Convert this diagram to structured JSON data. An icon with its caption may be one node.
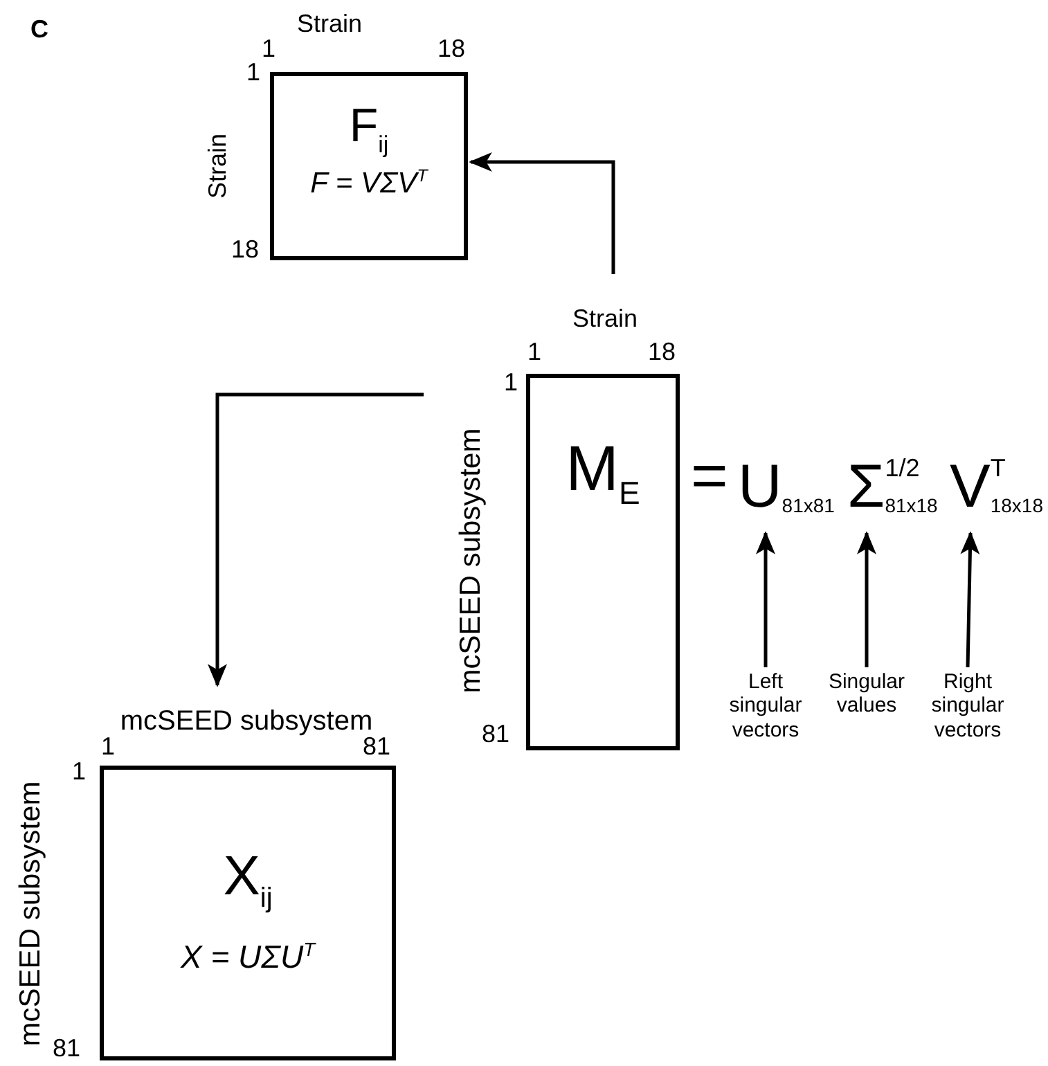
{
  "diagram": {
    "nodes": [
      {
        "text": [
          "F$_{ij}$",
          "F = VΣV$^{T}$"
        ],
        "beside": [
          "Strain",
          "1",
          "18",
          "1",
          "Strain",
          "18"
        ]
      },
      {
        "text": [
          "M$_{E}$"
        ],
        "beside": [
          "Strain",
          "1",
          "18",
          "1",
          "mcSEED subsystem",
          "81"
        ]
      },
      {
        "text": [
          "X$_{ij}$",
          "X = UΣU$^{T}$"
        ],
        "beside": [
          "mcSEED subsystem",
          "1",
          "81",
          "1",
          "mcSEED subsystem",
          "81"
        ]
      },
      {
        "text": [
          "U$_{81x81}$"
        ]
      },
      {
        "text": [
          "Σ$^{1/2}$$_{81x18}$"
        ]
      },
      {
        "text": [
          "V$^{T}$$_{18x18}$"
        ]
      },
      {
        "text": [
          "Left singular vectors"
        ]
      },
      {
        "text": [
          "Singular values"
        ]
      },
      {
        "text": [
          "Right singular vectors"
        ]
      }
    ],
    "edges": [
      {
        "from": 1,
        "to": 0,
        "arrow": "to"
      },
      {
        "from": 1,
        "to": 2,
        "arrow": "to"
      },
      {
        "from": 6,
        "to": 3,
        "arrow": "to"
      },
      {
        "from": 7,
        "to": 4,
        "arrow": "to"
      },
      {
        "from": 8,
        "to": 5,
        "arrow": "to"
      }
    ],
    "labels": [
      "C",
      "="
    ]
  }
}
